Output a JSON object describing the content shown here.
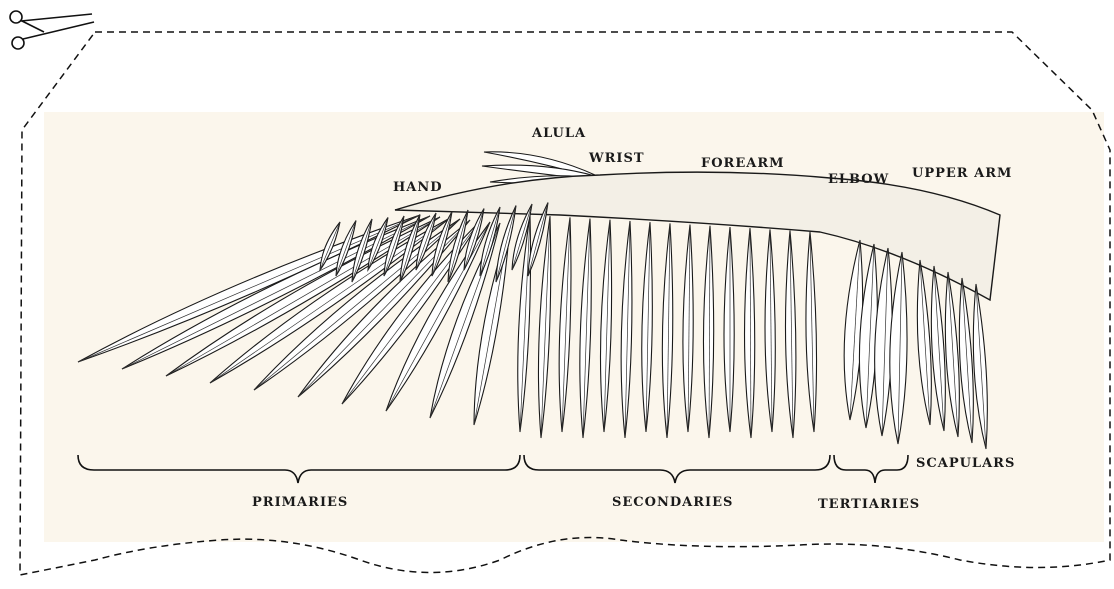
{
  "labels": {
    "alula": "ALULA",
    "wrist": "WRIST",
    "hand": "HAND",
    "forearm": "FOREARM",
    "elbow": "ELBOW",
    "upper_arm": "UPPER ARM",
    "scapulars": "SCAPULARS",
    "primaries": "PRIMARIES",
    "secondaries": "SECONDARIES",
    "tertiaries": "TERTIARIES"
  },
  "icons": {
    "cut_marker": "scissors-icon"
  },
  "colors": {
    "paper": "#fbf6ec",
    "ink": "#1a1a1a",
    "feather": "#ffffff"
  }
}
